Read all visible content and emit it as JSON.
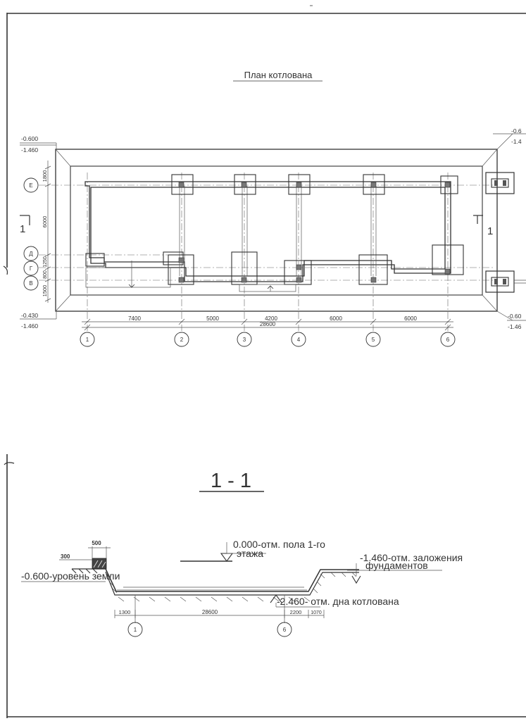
{
  "plan": {
    "title": "План котлована",
    "section_marker": "1",
    "levels": {
      "top_left_1": "-0.600",
      "top_left_2": "-1.460",
      "top_right_1": "-0.6",
      "top_right_2": "-1.4",
      "bottom_left_1": "-0.430",
      "bottom_left_2": "-1.460",
      "bottom_right_1": "-0.60",
      "bottom_right_2": "-1.46"
    },
    "row_axes": [
      "Е",
      "Д",
      "Г",
      "В"
    ],
    "row_dims": [
      "1800",
      "6000",
      "1250",
      "800",
      "1500"
    ],
    "col_axes": [
      "1",
      "2",
      "3",
      "4",
      "5",
      "6"
    ],
    "col_dims": [
      "7400",
      "5000",
      "4200",
      "6000",
      "6000"
    ],
    "total_dim": "28600"
  },
  "section": {
    "title": "1 - 1",
    "dim_top_500": "500",
    "dim_top_300": "300",
    "ground_level": "-0.600-уровень земли",
    "floor_level_1": "0.000-отм. пола 1-го",
    "floor_level_2": "этажа",
    "foundation_level_1": "-1.460-отм. заложения",
    "foundation_level_2": "фундаментов",
    "pit_bottom": "-2.460- отм. дна котлована",
    "bottom_dims": [
      "1300",
      "28600",
      "2200",
      "1070"
    ],
    "axes": [
      "1",
      "6"
    ]
  }
}
